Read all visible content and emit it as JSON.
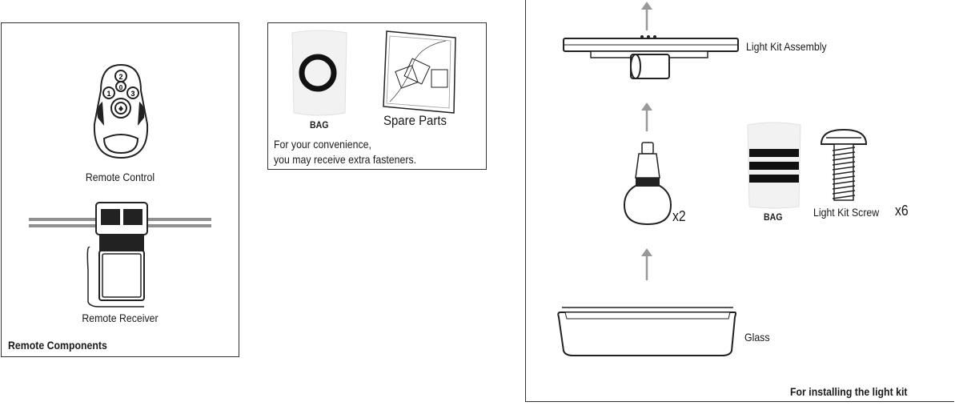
{
  "remote_panel": {
    "remote_control_label": "Remote Control",
    "remote_receiver_label": "Remote Receiver",
    "caption": "Remote Components",
    "remote_buttons": [
      "2",
      "1",
      "0",
      "3"
    ]
  },
  "spare_panel": {
    "bag_label": "BAG",
    "spare_parts_label": "Spare Parts",
    "note_line1": "For your convenience,",
    "note_line2": "you may receive extra fasteners."
  },
  "light_kit_panel": {
    "assembly_label": "Light Kit Assembly",
    "bulb_qty": "x2",
    "bag_label": "BAG",
    "screw_label": "Light Kit Screw",
    "screw_qty": "x6",
    "glass_label": "Glass",
    "caption": "For installing the light kit"
  }
}
